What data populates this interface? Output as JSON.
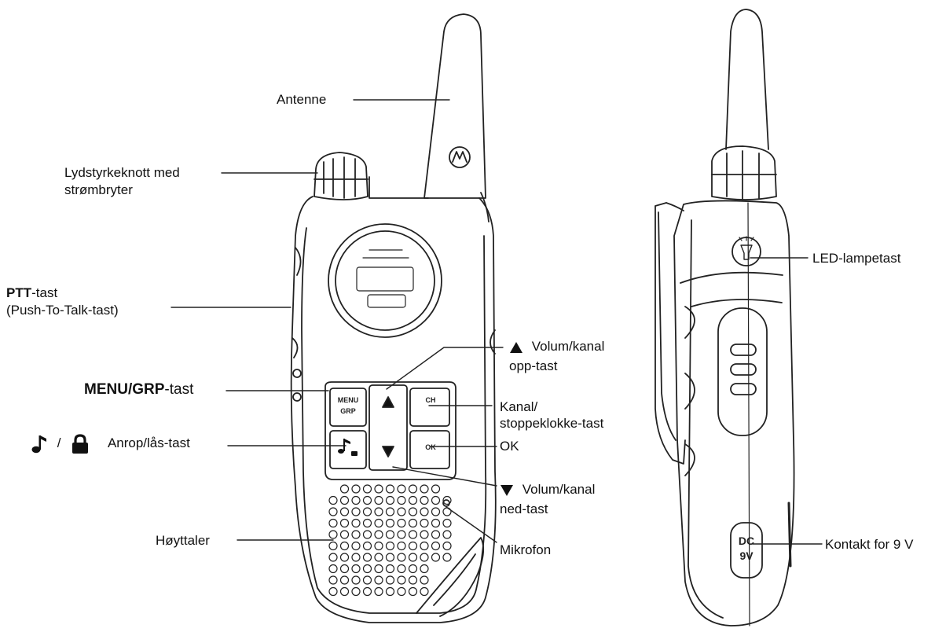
{
  "labels": {
    "antenna": "Antenne",
    "volume_knob_line1": "Lydstyrkeknott med",
    "volume_knob_line2": "strømbryter",
    "ptt_bold": "PTT",
    "ptt_rest": "-tast",
    "ptt_line2": "(Push-To-Talk-tast)",
    "menu_bold": "MENU/GRP",
    "menu_rest": "-tast",
    "call_lock_sep": "/",
    "call_lock": "Anrop/lås-tast",
    "speaker": "Høyttaler",
    "vol_up_line1": "Volum/kanal",
    "vol_up_line2": "opp-tast",
    "channel_line1": "Kanal/",
    "channel_line2": "stoppeklokke-tast",
    "ok": "OK",
    "vol_down_line1": "Volum/kanal",
    "vol_down_line2": "ned-tast",
    "microphone": "Mikrofon",
    "led": "LED-lampetast",
    "dc": "Kontakt for 9 V"
  },
  "device_text": {
    "menu_btn_line1": "MENU",
    "menu_btn_line2": "GRP",
    "ch_btn": "CH",
    "ok_btn": "OK",
    "dc_line1": "DC",
    "dc_line2": "9V"
  },
  "icons": [
    "music-note-icon",
    "lock-icon",
    "triangle-up-icon",
    "triangle-down-icon",
    "motorola-logo-icon",
    "flashlight-icon"
  ]
}
